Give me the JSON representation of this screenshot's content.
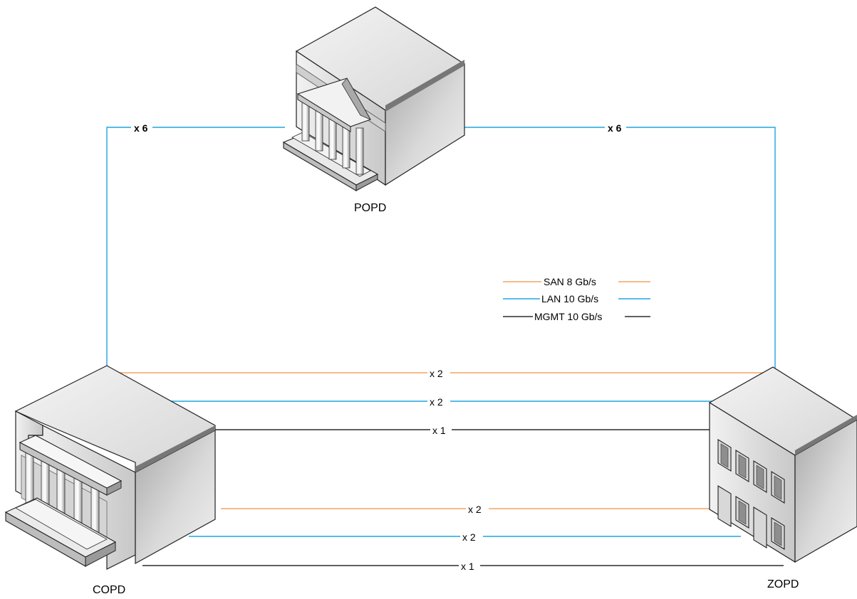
{
  "colors": {
    "san": "#f4a460",
    "lan": "#1fa5e0",
    "mgmt": "#000000",
    "background": "#ffffff"
  },
  "nodes": {
    "popd": {
      "label": "POPD",
      "icon": "government-building-icon"
    },
    "copd": {
      "label": "COPD",
      "icon": "government-building-icon"
    },
    "zopd": {
      "label": "ZOPD",
      "icon": "office-building-icon"
    }
  },
  "legend": {
    "san": "SAN 8 Gb/s",
    "lan": "LAN 10 Gb/s",
    "mgmt": "MGMT 10 Gb/s"
  },
  "links": {
    "popd_copd_lan": "x 6",
    "popd_zopd_lan": "x 6",
    "upper_san": "x 2",
    "upper_lan": "x 2",
    "upper_mgmt": "x 1",
    "lower_san": "x 2",
    "lower_lan": "x 2",
    "lower_mgmt": "x 1"
  }
}
